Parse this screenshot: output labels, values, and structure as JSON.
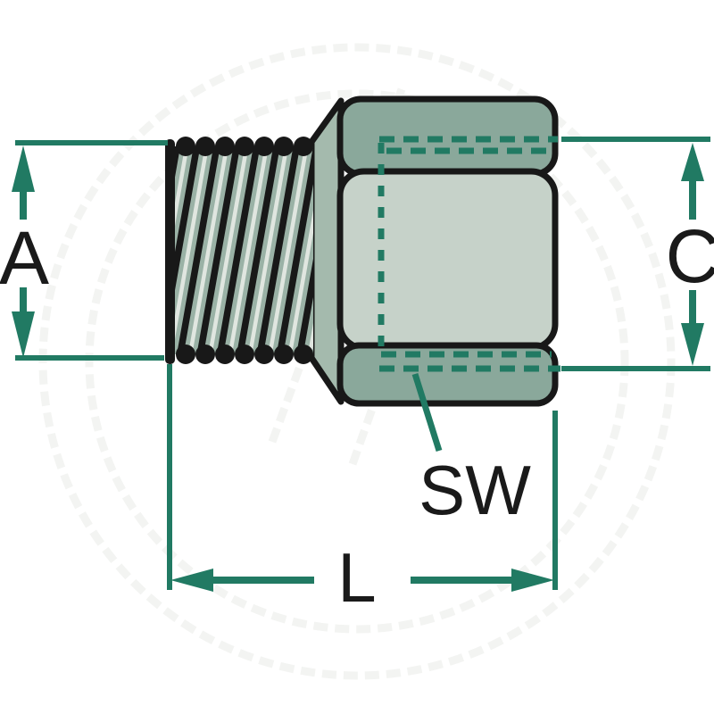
{
  "diagram": {
    "labels": {
      "a": "A",
      "c": "C",
      "l": "L",
      "sw": "SW"
    }
  },
  "colors": {
    "background": "#ffffff",
    "dimension": "#217a63",
    "outline": "#181818",
    "hex_facet_dark": "#8aa89b",
    "hex_facet_light": "#c6d2c9",
    "thread_base": "#9ab2a6",
    "thread_highlight": "#e0e6e0",
    "cone": "#a4baad",
    "label_text": "#1a1a1a",
    "watermark": "#f3f4f2"
  }
}
